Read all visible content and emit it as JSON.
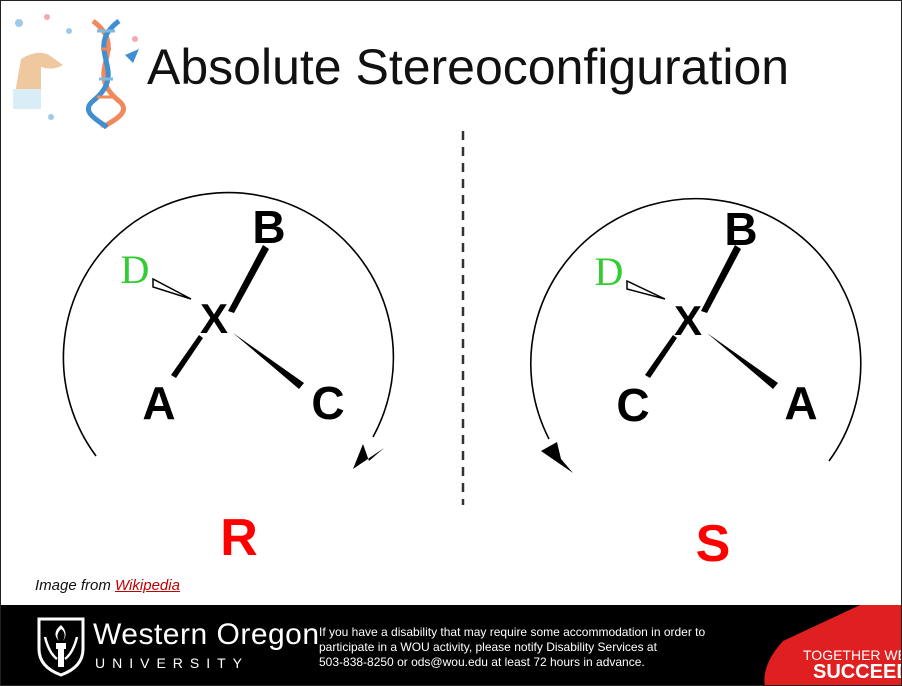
{
  "slide": {
    "title": "Absolute Stereoconfiguration",
    "caption_prefix": "Image from ",
    "caption_link": "Wikipedia"
  },
  "diagram": {
    "left": {
      "center": "X",
      "top": "B",
      "wedge": "D",
      "bottom_left": "A",
      "bottom_right": "C",
      "label": "R",
      "rotation": "clockwise"
    },
    "right": {
      "center": "X",
      "top": "B",
      "wedge": "D",
      "bottom_left": "C",
      "bottom_right": "A",
      "label": "S",
      "rotation": "counterclockwise"
    },
    "colors": {
      "substituent": "#000000",
      "lowest_priority": "#33cc33",
      "config_label": "#ff0000",
      "divider": "#333333"
    }
  },
  "footer": {
    "logo_name": "Western Oregon",
    "logo_sub": "UNIVERSITY",
    "notice_lines": [
      "If you have a disability that may require some accommodation in order to",
      "participate in a WOU activity, please notify Disability Services at",
      "503-838-8250 or ods@wou.edu at least 72 hours in advance."
    ],
    "tagline_1": "TOGETHER WE",
    "tagline_2": "SUCCEED",
    "colors": {
      "background": "#000000",
      "accent": "#e02020"
    }
  },
  "icons": {
    "title_decoration": "dna-hand-icon",
    "logo_mark": "torch-seal-icon"
  }
}
